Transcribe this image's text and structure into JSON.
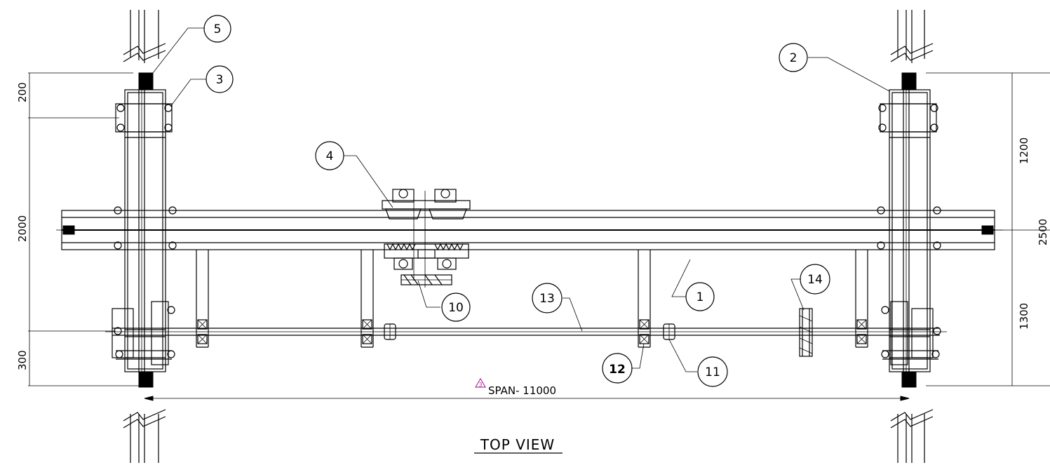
{
  "callouts": {
    "c1": "1",
    "c2": "2",
    "c3": "3",
    "c4": "4",
    "c5": "5",
    "c10": "10",
    "c11": "11",
    "c12": "12",
    "c13": "13",
    "c14": "14"
  },
  "dimensions": {
    "left_top": "200",
    "left_mid": "2000",
    "left_bottom": "300",
    "right_top": "1200",
    "right_bottom": "1300",
    "right_total": "2500"
  },
  "span_label": "SPAN- 11000",
  "revision_mark": "3",
  "view_title": "TOP VIEW",
  "colors": {
    "line": "#000000",
    "revision": "#b0359a"
  }
}
